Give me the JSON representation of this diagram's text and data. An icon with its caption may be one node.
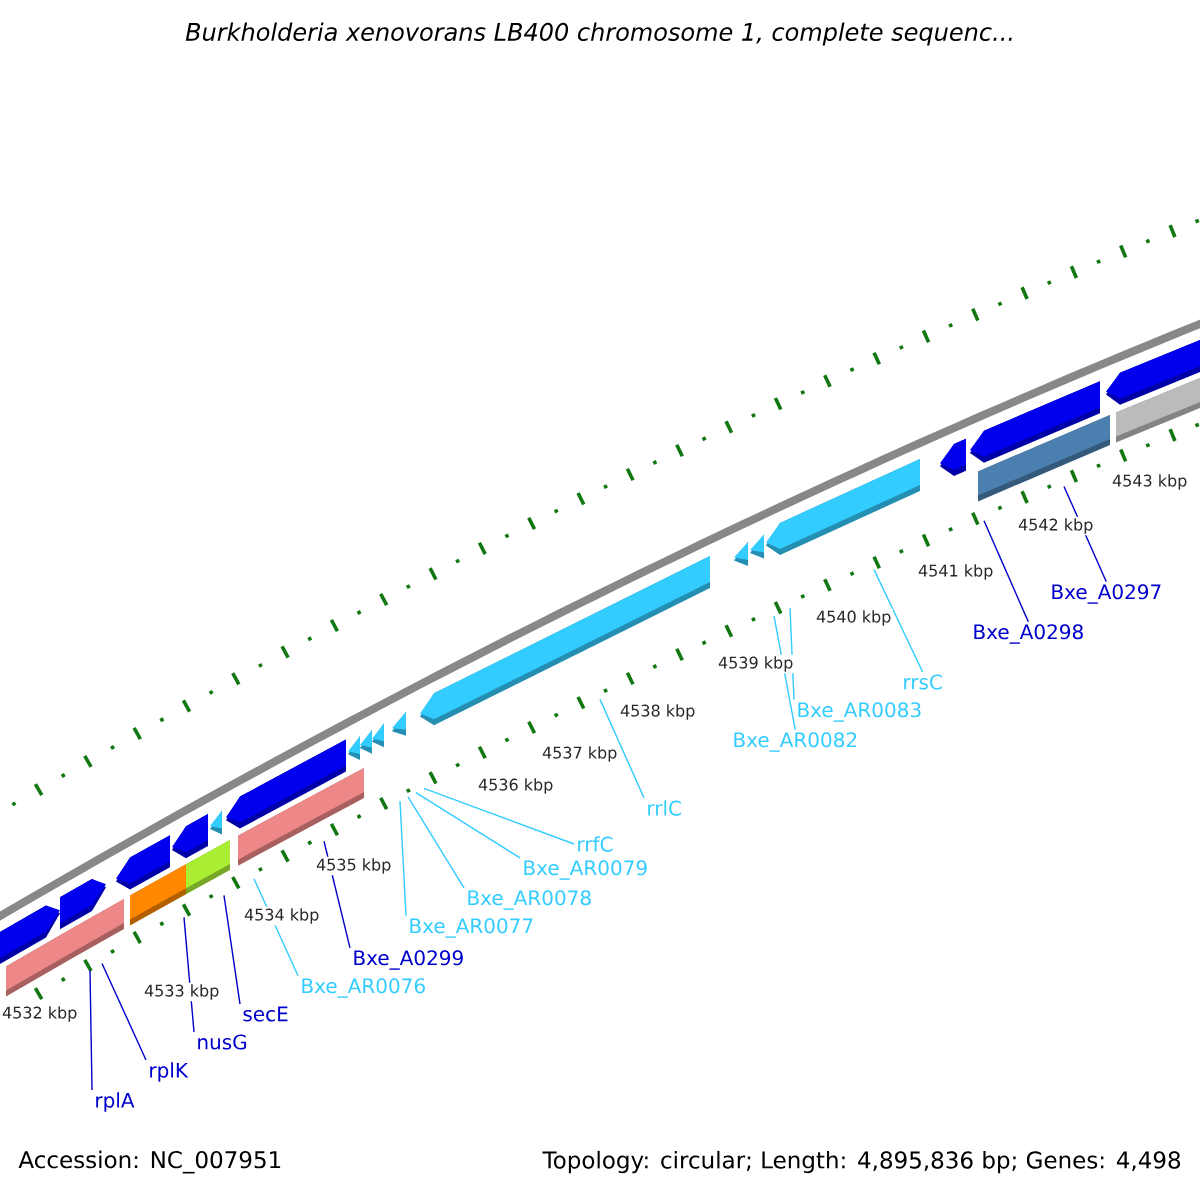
{
  "diagram": {
    "title": "Burkholderia xenovorans LB400 chromosome 1, complete sequenc...",
    "nodes": [
      {
        "text": [
          "rplA"
        ]
      },
      {
        "text": [
          "rplK"
        ]
      },
      {
        "text": [
          "nusG"
        ]
      },
      {
        "text": [
          "secE"
        ]
      },
      {
        "text": [
          "Bxe_AR0076"
        ]
      },
      {
        "text": [
          "Bxe_A0299"
        ]
      },
      {
        "text": [
          "Bxe_AR0077"
        ]
      },
      {
        "text": [
          "Bxe_AR0078"
        ]
      },
      {
        "text": [
          "Bxe_AR0079"
        ]
      },
      {
        "text": [
          "rrfC"
        ]
      },
      {
        "text": [
          "rrlC"
        ]
      },
      {
        "text": [
          "Bxe_AR0082"
        ]
      },
      {
        "text": [
          "Bxe_AR0083"
        ]
      },
      {
        "text": [
          "rrsC"
        ]
      },
      {
        "text": [
          "Bxe_A0298"
        ]
      },
      {
        "text": [
          "Bxe_A0297"
        ]
      }
    ],
    "edges": [
      {
        "from": 0,
        "to": null,
        "arrow": "none",
        "color": "#0000cc"
      },
      {
        "from": 1,
        "to": null,
        "arrow": "none",
        "color": "#0000cc"
      },
      {
        "from": 2,
        "to": null,
        "arrow": "none",
        "color": "#0000cc"
      },
      {
        "from": 3,
        "to": null,
        "arrow": "none",
        "color": "#0000cc"
      },
      {
        "from": 4,
        "to": null,
        "arrow": "none"
      },
      {
        "from": 5,
        "to": null,
        "arrow": "none",
        "color": "#0000cc"
      },
      {
        "from": 6,
        "to": null,
        "arrow": "none"
      },
      {
        "from": 7,
        "to": null,
        "arrow": "none"
      },
      {
        "from": 8,
        "to": null,
        "arrow": "none"
      },
      {
        "from": 9,
        "to": null,
        "arrow": "none"
      },
      {
        "from": 10,
        "to": null,
        "arrow": "none"
      },
      {
        "from": 11,
        "to": null,
        "arrow": "none"
      },
      {
        "from": 12,
        "to": null,
        "arrow": "none"
      },
      {
        "from": 13,
        "to": null,
        "arrow": "none"
      },
      {
        "from": 14,
        "to": null,
        "arrow": "none",
        "color": "#0000cc"
      },
      {
        "from": 15,
        "to": null,
        "arrow": "none",
        "color": "#0000cc"
      }
    ],
    "labels": [
      "4532 kbp",
      "4533 kbp",
      "4534 kbp",
      "4535 kbp",
      "4536 kbp",
      "4537 kbp",
      "4538 kbp",
      "4539 kbp",
      "4540 kbp",
      "4541 kbp",
      "4542 kbp",
      "4543 kbp",
      "Accession: NC_007951",
      "Topology: circular; Length: 4,895,836 bp; Genes: 4,498"
    ]
  }
}
